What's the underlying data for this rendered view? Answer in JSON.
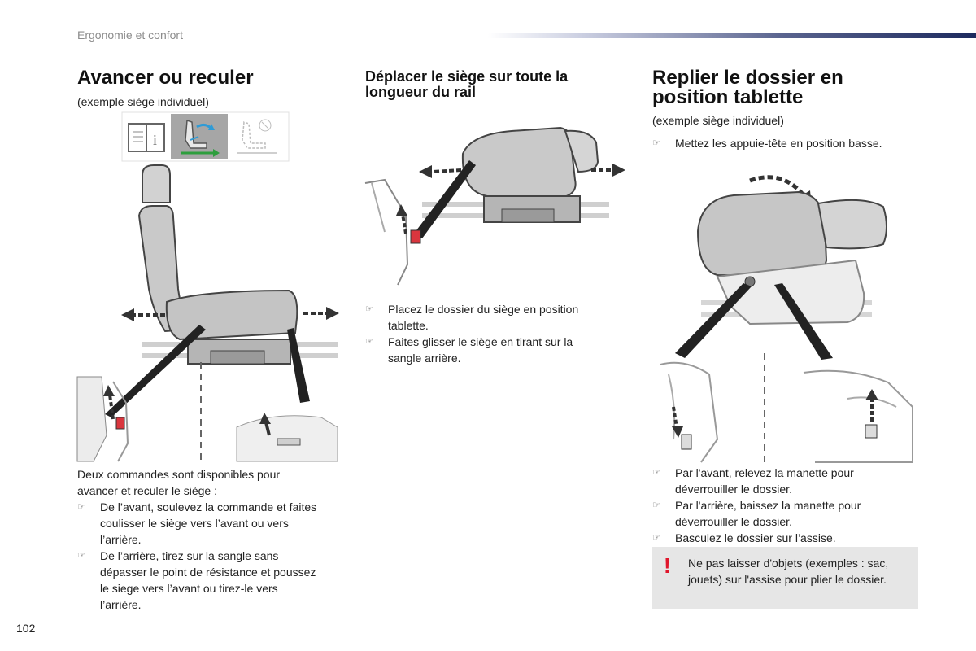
{
  "header": {
    "section": "Ergonomie et confort"
  },
  "left": {
    "title": "Avancer ou reculer",
    "note": "(exemple siège individuel)",
    "icon_names": [
      "info-book-icon",
      "seat-adjust-icon",
      "seat-tablette-icon"
    ],
    "intro_line1": "Deux commandes sont disponibles pour",
    "intro_line2": "avancer et reculer le siège :",
    "bullets": [
      {
        "lines": [
          "De l’avant, soulevez la commande et faites",
          "coulisser le siège vers l’avant ou vers",
          "l’arrière."
        ]
      },
      {
        "lines": [
          "De l’arrière, tirez sur la sangle sans",
          "dépasser le point de résistance et poussez",
          "le siege vers l’avant ou tirez-le vers",
          "l’arrière."
        ]
      }
    ]
  },
  "middle": {
    "title_line1": "Déplacer le siège sur toute la",
    "title_line2": "longueur du rail",
    "bullets": [
      {
        "lines": [
          "Placez le dossier du siège en position",
          "tablette."
        ]
      },
      {
        "lines": [
          "Faites glisser le siège en tirant sur la",
          "sangle arrière."
        ]
      }
    ]
  },
  "right": {
    "title_line1": "Replier le dossier en",
    "title_line2": "position tablette",
    "note": "(exemple siège individuel)",
    "top_bullet": "Mettez les appuie-tête en position basse.",
    "bullets": [
      {
        "lines": [
          "Par l'avant, relevez la manette pour",
          "déverrouiller le dossier."
        ]
      },
      {
        "lines": [
          "Par l'arrière, baissez la manette pour",
          "déverrouiller le dossier."
        ]
      },
      {
        "lines": [
          "Basculez le dossier sur l’assise."
        ]
      }
    ],
    "warning": {
      "mark": "!",
      "line1": "Ne pas laisser d'objets (exemples : sac,",
      "line2": "jouets) sur l'assise pour plier le dossier."
    }
  },
  "bullet_glyph": "☞",
  "page_number": "102",
  "colors": {
    "warning_red": "#e0162b",
    "arrow_green": "#2e9e3e",
    "arrow_blue": "#2f9bd6",
    "handle_red": "#d9363e"
  }
}
